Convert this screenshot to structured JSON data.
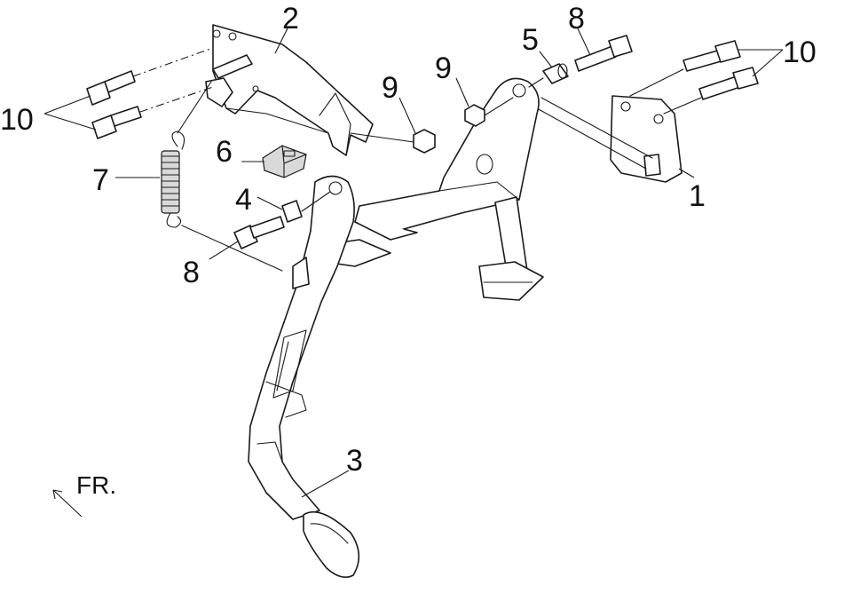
{
  "callouts": [
    {
      "id": "c1",
      "label": "1"
    },
    {
      "id": "c2",
      "label": "2"
    },
    {
      "id": "c3",
      "label": "3"
    },
    {
      "id": "c4",
      "label": "4"
    },
    {
      "id": "c5",
      "label": "5"
    },
    {
      "id": "c6",
      "label": "6"
    },
    {
      "id": "c7",
      "label": "7"
    },
    {
      "id": "c8a",
      "label": "8"
    },
    {
      "id": "c8b",
      "label": "8"
    },
    {
      "id": "c9a",
      "label": "9"
    },
    {
      "id": "c9b",
      "label": "9"
    },
    {
      "id": "c10a",
      "label": "10"
    },
    {
      "id": "c10b",
      "label": "10"
    }
  ],
  "direction_label": "FR."
}
